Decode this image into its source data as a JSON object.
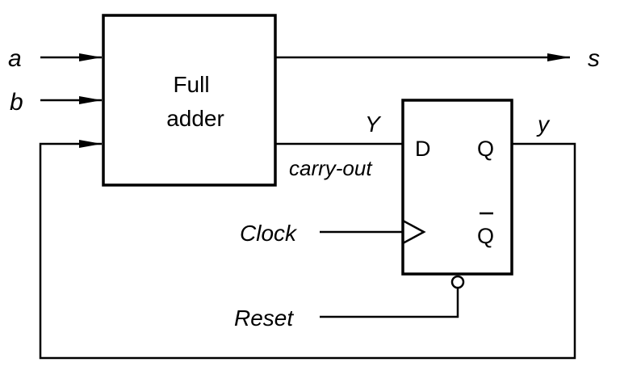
{
  "diagram": {
    "type": "sequential circuit (serial adder)",
    "inputs": {
      "a": "a",
      "b": "b"
    },
    "output_s": "s",
    "full_adder": {
      "line1": "Full",
      "line2": "adder"
    },
    "carry_signal": {
      "upper": "Y",
      "lower": "carry-out"
    },
    "flip_flop": {
      "d": "D",
      "q": "Q",
      "qbar": "Q"
    },
    "q_output": "y",
    "clock": "Clock",
    "reset": "Reset"
  }
}
